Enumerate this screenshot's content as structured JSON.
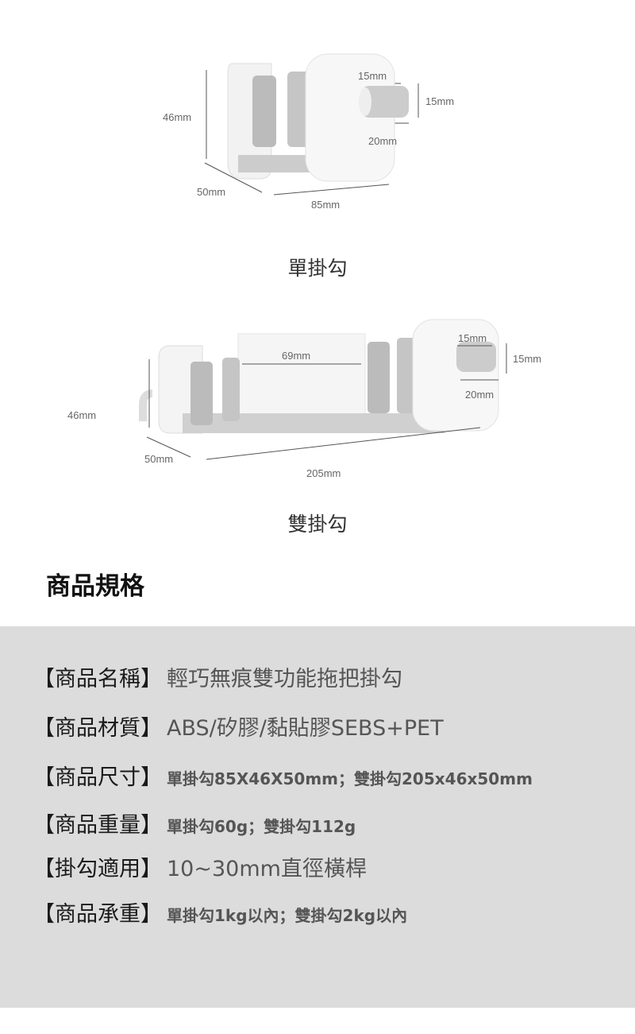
{
  "single_hook": {
    "dims": {
      "height": "46mm",
      "depth": "50mm",
      "width": "85mm",
      "hook_top": "15mm",
      "hook_side": "15mm",
      "hook_length": "20mm"
    },
    "caption": "單掛勾"
  },
  "double_hook": {
    "dims": {
      "height": "46mm",
      "depth": "50mm",
      "width": "205mm",
      "gap": "69mm",
      "hook_top": "15mm",
      "hook_side": "15mm",
      "hook_length": "20mm"
    },
    "caption": "雙掛勾"
  },
  "specs_title": "商品規格",
  "specs": [
    {
      "label": "【商品名稱】",
      "value": "輕巧無痕雙功能拖把掛勾"
    },
    {
      "label": "【商品材質】",
      "value": "ABS/矽膠/黏貼膠SEBS+PET"
    },
    {
      "label": "【商品尺寸】",
      "value": "單掛勾85X46X50mm；雙掛勾205x46x50mm"
    },
    {
      "label": "【商品重量】",
      "value": "單掛勾60g；雙掛勾112g"
    },
    {
      "label": "【掛勾適用】",
      "value": "10~30mm直徑橫桿"
    },
    {
      "label": "【商品承重】",
      "value": "單掛勾1kg以內；雙掛勾2kg以內"
    }
  ]
}
